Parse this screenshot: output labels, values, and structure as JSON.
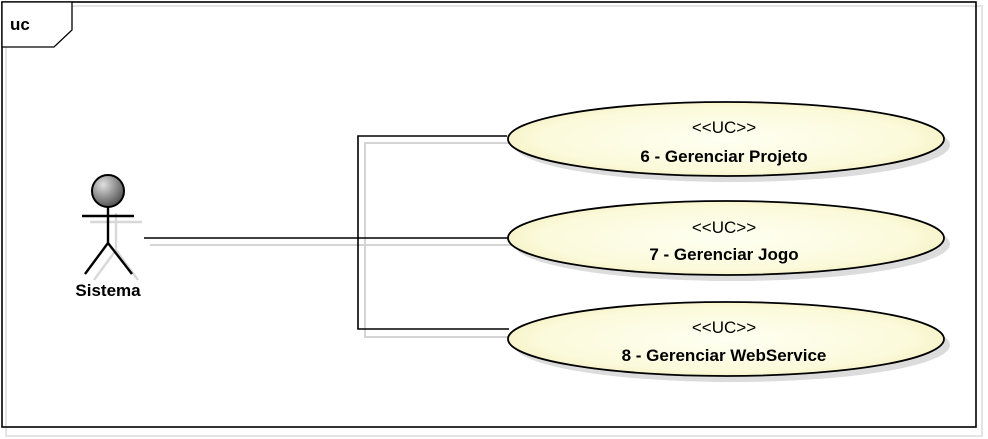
{
  "frame": {
    "tag": "uc"
  },
  "actor": {
    "name": "Sistema"
  },
  "use_cases": [
    {
      "stereotype": "<<UC>>",
      "name": "6 - Gerenciar Projeto"
    },
    {
      "stereotype": "<<UC>>",
      "name": "7 - Gerenciar Jogo"
    },
    {
      "stereotype": "<<UC>>",
      "name": "8 - Gerenciar WebService"
    }
  ],
  "colors": {
    "use_case_fill": "#fdfde6",
    "use_case_fill_edge": "#f2ecb8",
    "actor_head_light": "#cfcfcf",
    "actor_head_dark": "#555555",
    "shadow": "#d4d4d4",
    "stroke": "#000000"
  }
}
